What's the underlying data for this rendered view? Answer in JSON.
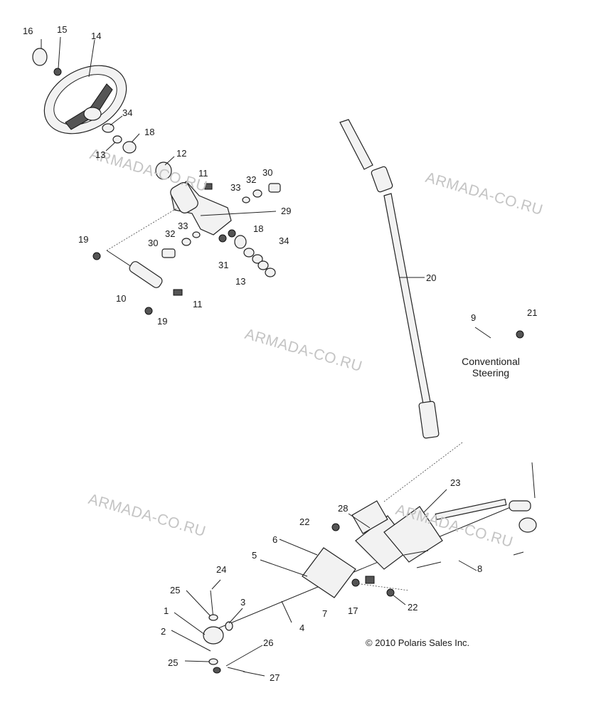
{
  "diagram": {
    "callouts": [
      "16",
      "15",
      "14",
      "34",
      "18",
      "13",
      "12",
      "11",
      "33",
      "32",
      "30",
      "29",
      "19",
      "32",
      "30",
      "33",
      "31",
      "18",
      "34",
      "13",
      "10",
      "11",
      "19",
      "20",
      "9",
      "21",
      "23",
      "28",
      "22",
      "6",
      "5",
      "8",
      "7",
      "17",
      "22",
      "24",
      "25",
      "1",
      "3",
      "4",
      "2",
      "26",
      "25",
      "27"
    ],
    "caption": {
      "line1": "Conventional",
      "line2": "Steering"
    },
    "copyright": "© 2010 Polaris Sales Inc.",
    "watermarks": [
      "ARMADA-CO.RU",
      "ARMADA-CO.RU",
      "ARMADA-CO.RU",
      "ARMADA-CO.RU",
      "ARMADA-CO.RU"
    ]
  }
}
